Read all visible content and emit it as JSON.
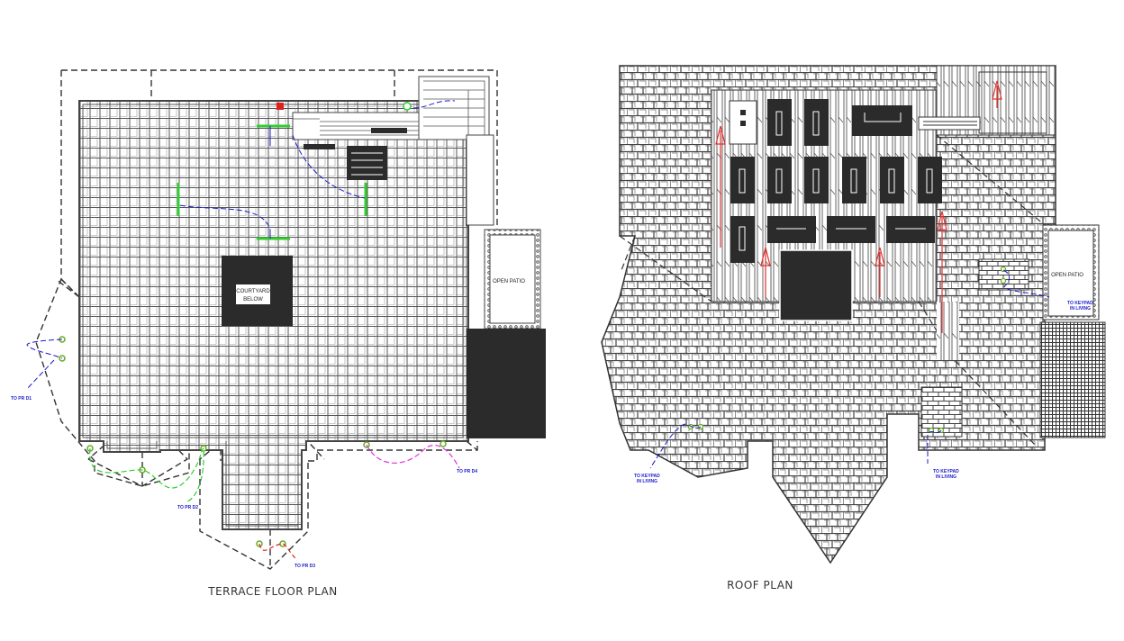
{
  "terrace": {
    "title": "TERRACE FLOOR PLAN",
    "courtyard_label_1": "COURTYARD",
    "courtyard_label_2": "BELOW",
    "open_patio_label": "OPEN PATIO",
    "drain_notes": [
      "TO PR D1",
      "TO PR D2",
      "TO PR D3",
      "TO PR D4"
    ]
  },
  "roof": {
    "title": "ROOF PLAN",
    "open_patio_label": "OPEN PATIO",
    "keypad_notes": [
      {
        "line1": "TO KEYPAD",
        "line2": "IN LIVING"
      },
      {
        "line1": "TO KEYPAD",
        "line2": "IN LIVING"
      },
      {
        "line1": "TO KEYPAD",
        "line2": "IN LIVING"
      }
    ]
  },
  "colors": {
    "linework": "#333333",
    "solid_fill": "#2b2b2b",
    "drain_green": "#33cc33",
    "drain_magenta": "#dd33dd",
    "drain_red": "#dd2222",
    "note_blue": "#1a1acc",
    "slope_arrow_red": "#e03030"
  }
}
